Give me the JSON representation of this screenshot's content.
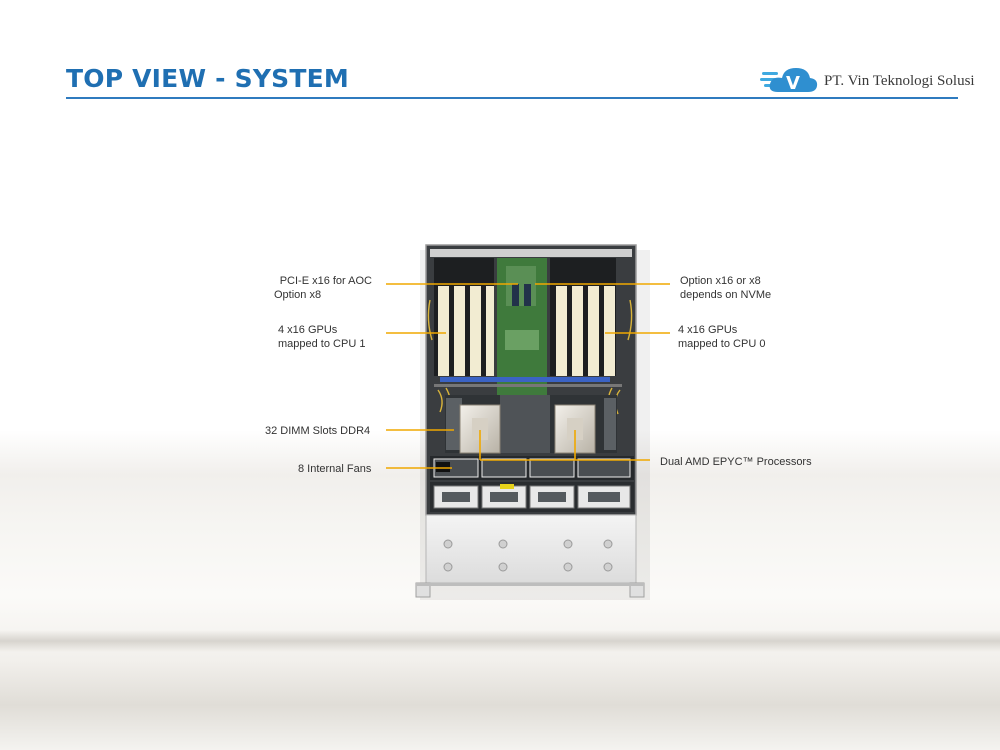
{
  "header": {
    "title": "TOP VIEW - SYSTEM",
    "brand": "PT. Vin Teknologi Solusi",
    "brand_mark": "V"
  },
  "callouts": {
    "pcie_aoc": {
      "line1": "PCI-E x16 for AOC",
      "line2": "Option x8"
    },
    "gpus_cpu1": {
      "line1": "4 x16 GPUs",
      "line2": "mapped to CPU 1"
    },
    "dimm_slots": {
      "line1": "32 DIMM Slots DDR4"
    },
    "internal_fans": {
      "line1": "8 Internal  Fans"
    },
    "option_nvme": {
      "line1": "Option x16  or x8",
      "line2": "depends on NVMe"
    },
    "gpus_cpu0": {
      "line1": "4 x16 GPUs",
      "line2": "mapped to CPU 0"
    },
    "processors": {
      "line1": "Dual AMD EPYC™ Processors"
    }
  },
  "colors": {
    "title": "#1f6fb2",
    "rule": "#2f7bbf",
    "leader": "#f0a800",
    "brand": "#3fa9e0",
    "gpu_card": "#f2ecd2",
    "chassis": "#3a3d40"
  },
  "icons": [
    "cloud-logo-icon",
    "fan-icon",
    "cpu-heatsink-icon"
  ]
}
